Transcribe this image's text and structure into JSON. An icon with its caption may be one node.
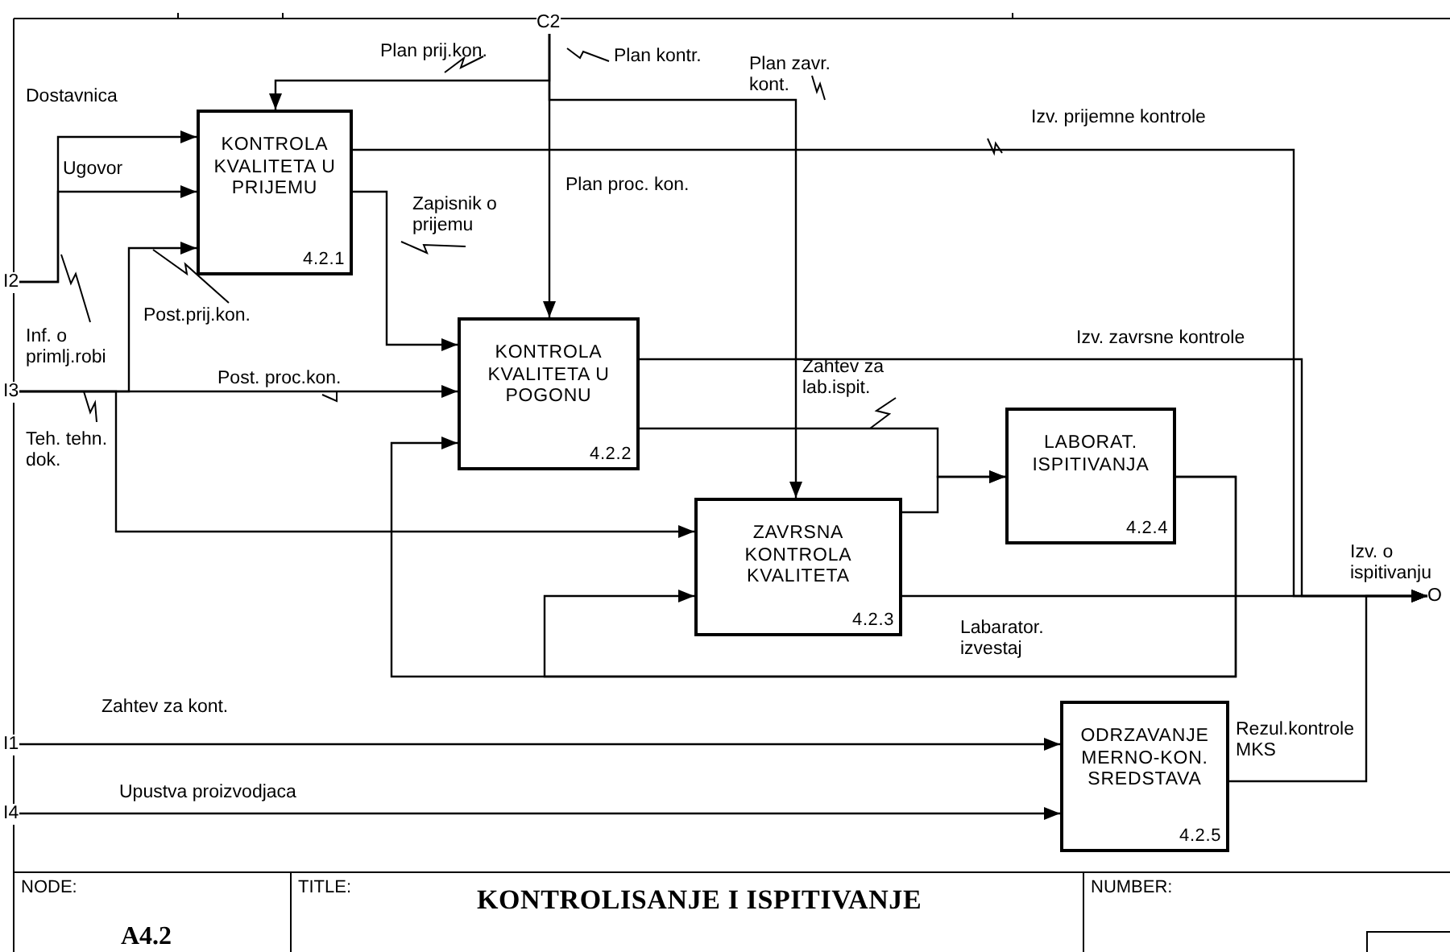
{
  "diagram": {
    "title": "KONTROLISANJE I ISPITIVANJE",
    "nodes": [
      {
        "text": [
          "KONTROLA KVALITETA U PRIJEMU",
          "4.2.1"
        ]
      },
      {
        "text": [
          "KONTROLA KVALITETA U POGONU",
          "4.2.2"
        ]
      },
      {
        "text": [
          "ZAVRSNA KONTROLA KVALITETA",
          "4.2.3"
        ]
      },
      {
        "text": [
          "LABORAT. ISPITIVANJA",
          "4.2.4"
        ]
      },
      {
        "text": [
          "ODRZAVANJE MERNO-KON. SREDSTAVA",
          "4.2.5"
        ]
      },
      {
        "text": [
          "C2"
        ]
      },
      {
        "text": [
          "I2"
        ]
      },
      {
        "text": [
          "I3"
        ]
      },
      {
        "text": [
          "I1"
        ]
      },
      {
        "text": [
          "I4"
        ]
      },
      {
        "text": [
          "O"
        ]
      }
    ],
    "edges": [
      {
        "from": 5,
        "to": 0,
        "arrow": "to"
      },
      {
        "from": 5,
        "to": 1,
        "arrow": "to"
      },
      {
        "from": 5,
        "to": 2,
        "arrow": "to"
      },
      {
        "from": 6,
        "to": 0,
        "arrow": "to"
      },
      {
        "from": 6,
        "to": 0,
        "arrow": "to"
      },
      {
        "from": 7,
        "to": 0,
        "arrow": "to"
      },
      {
        "from": 7,
        "to": 1,
        "arrow": "to"
      },
      {
        "from": 7,
        "to": 2,
        "arrow": "to"
      },
      {
        "from": 0,
        "to": 1,
        "arrow": "to"
      },
      {
        "from": 0,
        "to": 10,
        "arrow": "to"
      },
      {
        "from": 1,
        "to": 10,
        "arrow": "to"
      },
      {
        "from": 1,
        "to": 3,
        "arrow": "to"
      },
      {
        "from": 2,
        "to": 3,
        "arrow": "to"
      },
      {
        "from": 3,
        "to": 1,
        "arrow": "to"
      },
      {
        "from": 3,
        "to": 2,
        "arrow": "to"
      },
      {
        "from": 2,
        "to": 10,
        "arrow": "to"
      },
      {
        "from": 8,
        "to": 4,
        "arrow": "to"
      },
      {
        "from": 9,
        "to": 4,
        "arrow": "to"
      },
      {
        "from": 4,
        "to": 10,
        "arrow": "to"
      }
    ],
    "labels": [
      "Plan prij.kon.",
      "Plan kontr.",
      "Dostavnica",
      "Plan zavr. kont.",
      "Izv. prijemne kontrole",
      "Ugovor",
      "Plan proc. kon.",
      "Zapisnik o prijemu",
      "Post.prij.kon.",
      "Inf. o primlj.robi",
      "Post. proc.kon.",
      "Izv. zavrsne kontrole",
      "Zahtev za lab.ispit.",
      "Teh. tehn. dok.",
      "Izv. o ispitivanju",
      "Labarator. izvestaj",
      "Zahtev za kont.",
      "Rezul.kontrole MKS",
      "Upustva proizvodjaca",
      "NODE:",
      "TITLE:",
      "NUMBER:",
      "A4.2"
    ]
  }
}
